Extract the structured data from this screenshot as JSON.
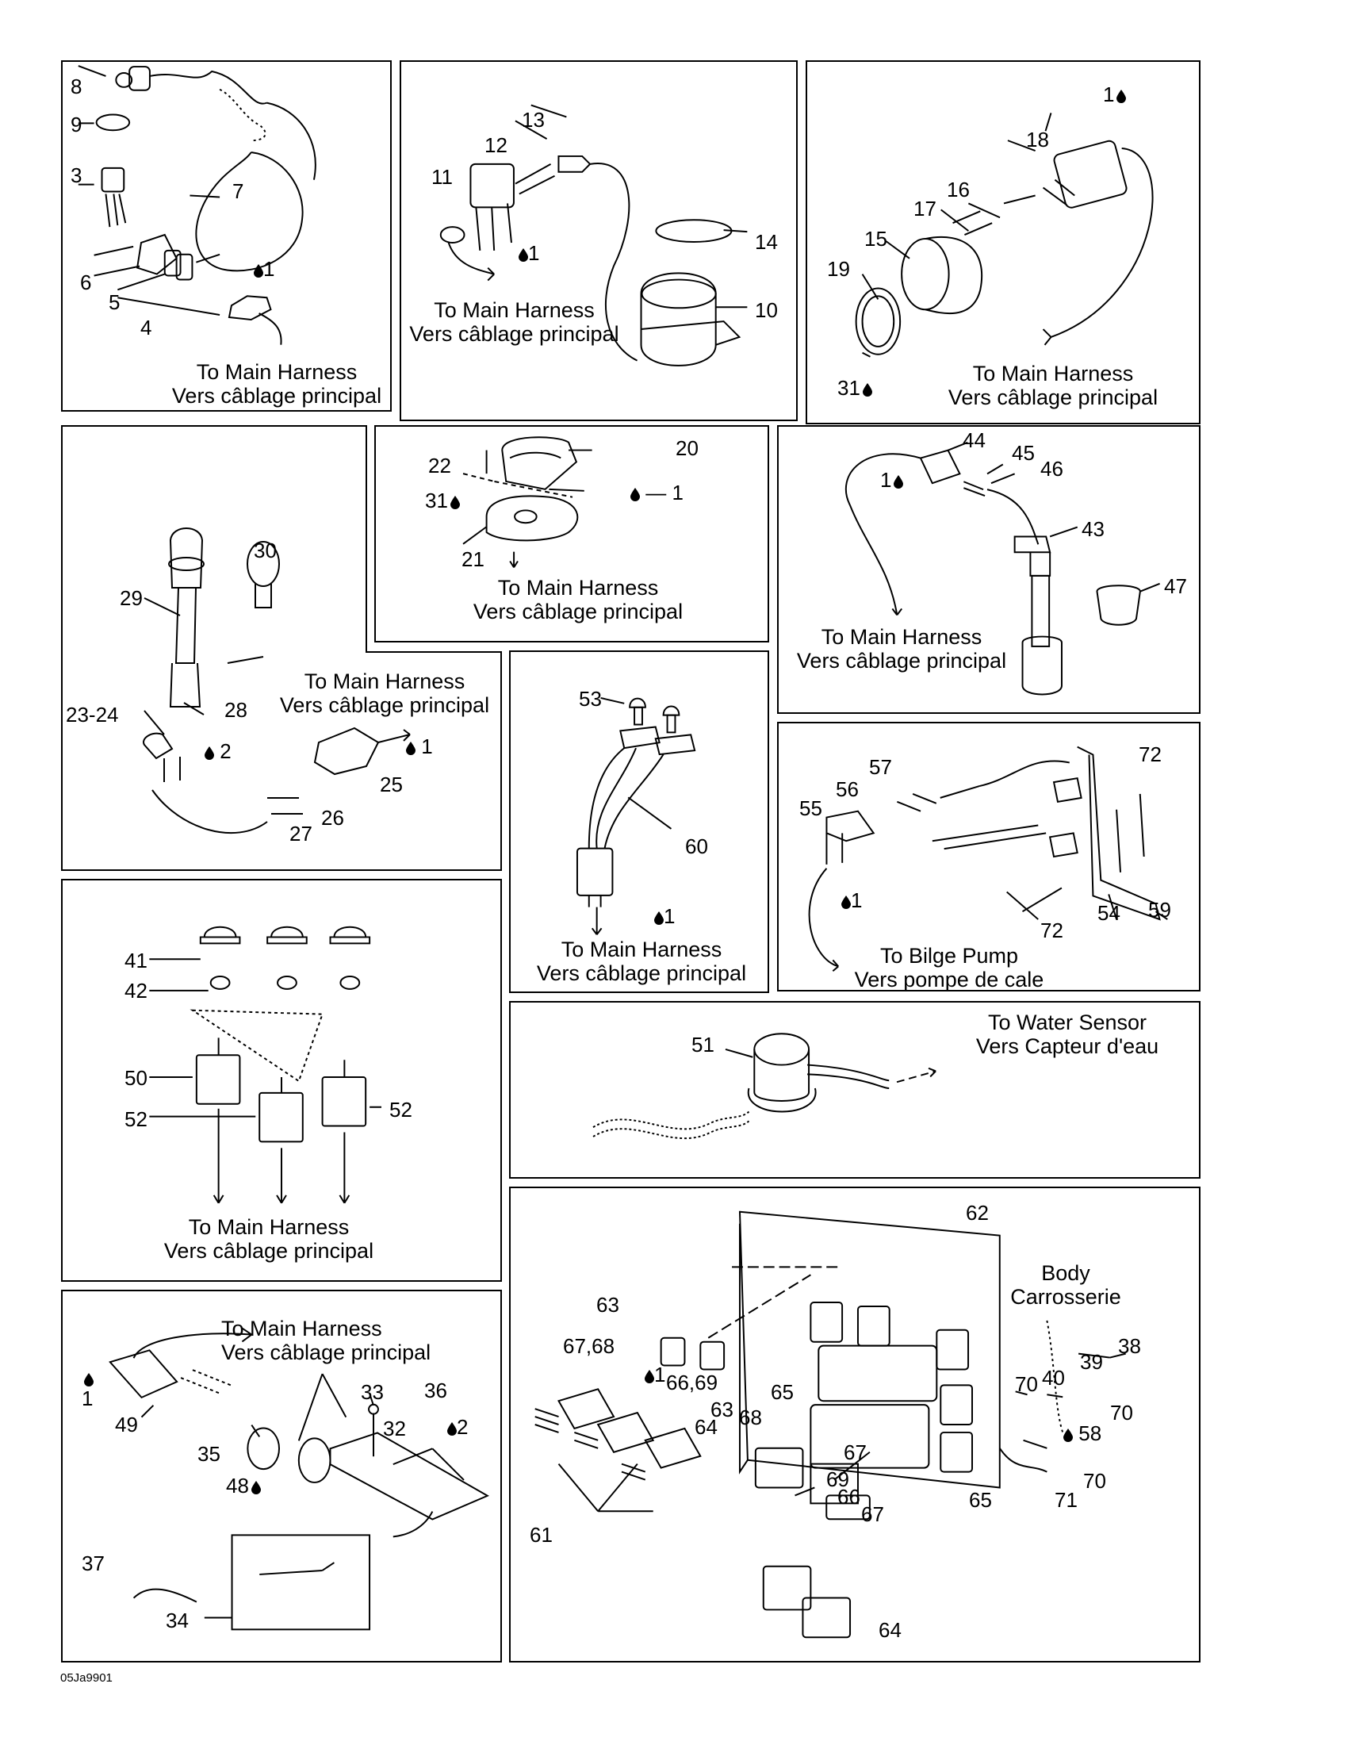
{
  "captions": {
    "main_en": "To Main Harness",
    "main_fr": "Vers câblage principal",
    "bilge_en": "To Bilge Pump",
    "bilge_fr": "Vers pompe de cale",
    "water_en": "To Water Sensor",
    "water_fr": "Vers Capteur d'eau",
    "body_en": "Body",
    "body_fr": "Carrosserie"
  },
  "figure_code": "05Ja9901",
  "icons": {
    "lubricant": "oil-drop-icon"
  },
  "panels": {
    "p1": {
      "items": [
        "8",
        "9",
        "3",
        "7",
        "6",
        "5",
        "4",
        "1"
      ]
    },
    "p2": {
      "items": [
        "13",
        "12",
        "11",
        "1",
        "14",
        "10"
      ]
    },
    "p3": {
      "items": [
        "1",
        "18",
        "16",
        "17",
        "15",
        "19",
        "31"
      ]
    },
    "p4": {
      "items": [
        "30",
        "29",
        "23-24",
        "28",
        "2",
        "1",
        "25",
        "26",
        "27"
      ]
    },
    "p5": {
      "items": [
        "22",
        "20",
        "31",
        "1",
        "21"
      ]
    },
    "p6": {
      "items": [
        "44",
        "45",
        "46",
        "1",
        "43",
        "47"
      ]
    },
    "p7": {
      "items": [
        "53",
        "60",
        "1"
      ]
    },
    "p8": {
      "items": [
        "57",
        "56",
        "55",
        "72",
        "54",
        "59",
        "72",
        "1"
      ]
    },
    "p9": {
      "items": [
        "41",
        "42",
        "50",
        "52",
        "52"
      ]
    },
    "p10": {
      "items": [
        "51"
      ]
    },
    "p11": {
      "items": [
        "1",
        "49",
        "33",
        "36",
        "32",
        "2",
        "35",
        "48",
        "37",
        "34"
      ]
    },
    "p12": {
      "items": [
        "62",
        "63",
        "67,68",
        "66,69",
        "63",
        "1",
        "65",
        "68",
        "64",
        "67",
        "69",
        "66",
        "67",
        "65",
        "61",
        "64",
        "38",
        "39",
        "40",
        "70",
        "70",
        "58",
        "70",
        "71"
      ]
    }
  }
}
